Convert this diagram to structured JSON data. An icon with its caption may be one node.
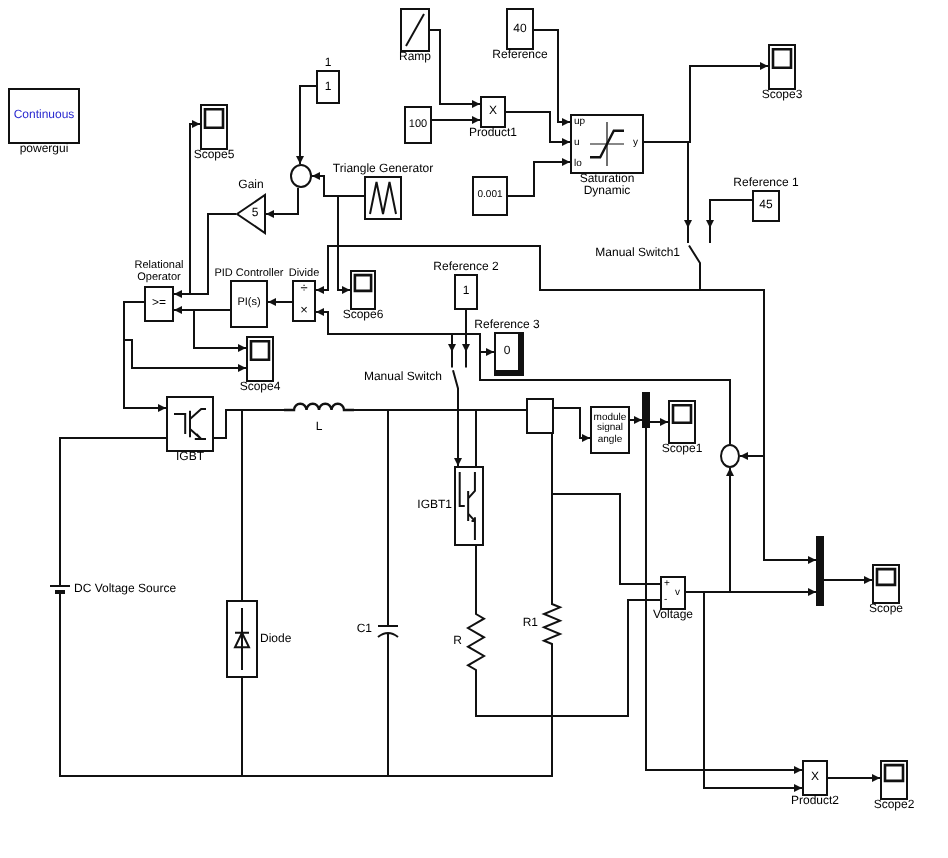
{
  "diagram": {
    "nodes": [
      {
        "text": [
          "Continuous",
          "powergui"
        ]
      },
      {
        "text": [
          "Scope5"
        ]
      },
      {
        "text": [
          "1",
          "1"
        ]
      },
      {
        "text": [],
        "shape": "circle"
      },
      {
        "text": [
          "Gain",
          "5"
        ]
      },
      {
        "text": [
          "Triangle Generator"
        ]
      },
      {
        "text": [
          "Ramp"
        ]
      },
      {
        "text": [
          "100"
        ]
      },
      {
        "text": [
          "40",
          "Reference"
        ]
      },
      {
        "text": [
          "X",
          "Product1"
        ]
      },
      {
        "text": [
          "0.001"
        ]
      },
      {
        "text": [
          "up",
          "u",
          "lo",
          "y",
          "Saturation Dynamic"
        ]
      },
      {
        "text": [
          "Scope3"
        ]
      },
      {
        "text": [
          "Reference 1",
          "45"
        ]
      },
      {
        "text": [
          "Manual Switch1"
        ]
      },
      {
        "text": [
          "Relational Operator",
          ">="
        ]
      },
      {
        "text": [
          "PID Controller",
          "PI(s)"
        ]
      },
      {
        "text": [
          "Divide",
          "÷",
          "×"
        ]
      },
      {
        "text": [
          "Scope6"
        ]
      },
      {
        "text": [
          "Reference 2",
          "1"
        ]
      },
      {
        "text": [
          "Reference 3",
          "0"
        ]
      },
      {
        "text": [
          "Scope4"
        ]
      },
      {
        "text": [
          "IGBT"
        ]
      },
      {
        "text": [
          "L"
        ]
      },
      {
        "text": [
          "Manual Switch"
        ]
      },
      {
        "text": [],
        "shape": "box"
      },
      {
        "text": [
          "module signal angle"
        ]
      },
      {
        "text": [],
        "shape": "bar"
      },
      {
        "text": [
          "Scope1"
        ]
      },
      {
        "text": [
          "IGBT1"
        ]
      },
      {
        "text": [],
        "shape": "circle"
      },
      {
        "text": [
          "DC Voltage Source"
        ]
      },
      {
        "text": [
          "Diode"
        ]
      },
      {
        "text": [
          "C1"
        ]
      },
      {
        "text": [
          "R"
        ]
      },
      {
        "text": [
          "R1"
        ]
      },
      {
        "text": [
          "+",
          "v",
          "-",
          "Voltage"
        ]
      },
      {
        "text": [],
        "shape": "bar"
      },
      {
        "text": [
          "Scope"
        ]
      },
      {
        "text": [
          "X",
          "Product2"
        ]
      },
      {
        "text": [
          "Scope2"
        ]
      }
    ],
    "edges": [
      {
        "from": 6,
        "to": 9,
        "arrow": "to"
      },
      {
        "from": 7,
        "to": 9,
        "arrow": "to"
      },
      {
        "from": 8,
        "to": 11,
        "arrow": "to"
      },
      {
        "from": 9,
        "to": 11,
        "arrow": "to"
      },
      {
        "from": 10,
        "to": 11,
        "arrow": "to"
      },
      {
        "from": 11,
        "to": 12,
        "arrow": "to"
      },
      {
        "from": 11,
        "to": 14,
        "arrow": "to"
      },
      {
        "from": 13,
        "to": 14,
        "arrow": "to"
      },
      {
        "from": 14,
        "to": 17,
        "arrow": "to"
      },
      {
        "from": 30,
        "to": 17,
        "arrow": "to"
      },
      {
        "from": 30,
        "to": 24,
        "arrow": "to"
      },
      {
        "from": 30,
        "to": 20,
        "arrow": "to"
      },
      {
        "from": 19,
        "to": 24,
        "arrow": "to"
      },
      {
        "from": 24,
        "to": 29,
        "arrow": "to"
      },
      {
        "from": 14,
        "to": 30,
        "arrow": "to"
      },
      {
        "from": 14,
        "to": 37,
        "arrow": "to"
      },
      {
        "from": 36,
        "to": 30,
        "arrow": "to"
      },
      {
        "from": 36,
        "to": 37,
        "arrow": "to"
      },
      {
        "from": 36,
        "to": 39,
        "arrow": "to"
      },
      {
        "from": 37,
        "to": 38,
        "arrow": "to"
      },
      {
        "from": 39,
        "to": 40,
        "arrow": "to"
      },
      {
        "from": 27,
        "to": 39,
        "arrow": "to"
      },
      {
        "from": 25,
        "to": 26,
        "arrow": "to"
      },
      {
        "from": 26,
        "to": 27,
        "arrow": "to"
      },
      {
        "from": 27,
        "to": 28,
        "arrow": "to"
      },
      {
        "from": 16,
        "to": 15,
        "arrow": "to"
      },
      {
        "from": 16,
        "to": 21,
        "arrow": "to"
      },
      {
        "from": 17,
        "to": 16,
        "arrow": "to"
      },
      {
        "from": 4,
        "to": 15,
        "arrow": "to"
      },
      {
        "from": 4,
        "to": 1,
        "arrow": "to"
      },
      {
        "from": 3,
        "to": 4,
        "arrow": "to"
      },
      {
        "from": 2,
        "to": 3,
        "arrow": "to"
      },
      {
        "from": 5,
        "to": 3,
        "arrow": "to"
      },
      {
        "from": 5,
        "to": 18,
        "arrow": "to"
      },
      {
        "from": 15,
        "to": 22,
        "arrow": "to"
      },
      {
        "from": 15,
        "to": 21,
        "arrow": "to"
      },
      {
        "from": 31,
        "to": 22,
        "arrow": "none"
      },
      {
        "from": 22,
        "to": 23,
        "arrow": "none"
      },
      {
        "from": 22,
        "to": 32,
        "arrow": "none"
      },
      {
        "from": 23,
        "to": 33,
        "arrow": "none"
      },
      {
        "from": 23,
        "to": 25,
        "arrow": "none"
      },
      {
        "from": 23,
        "to": 29,
        "arrow": "none"
      },
      {
        "from": 25,
        "to": 35,
        "arrow": "none"
      },
      {
        "from": 29,
        "to": 34,
        "arrow": "none"
      },
      {
        "from": 34,
        "to": 35,
        "arrow": "none"
      },
      {
        "from": 31,
        "to": 32,
        "arrow": "none"
      },
      {
        "from": 31,
        "to": 33,
        "arrow": "none"
      },
      {
        "from": 31,
        "to": 35,
        "arrow": "none"
      },
      {
        "from": 35,
        "to": 36,
        "arrow": "none"
      },
      {
        "from": 35,
        "to": 36,
        "arrow": "none"
      }
    ]
  }
}
